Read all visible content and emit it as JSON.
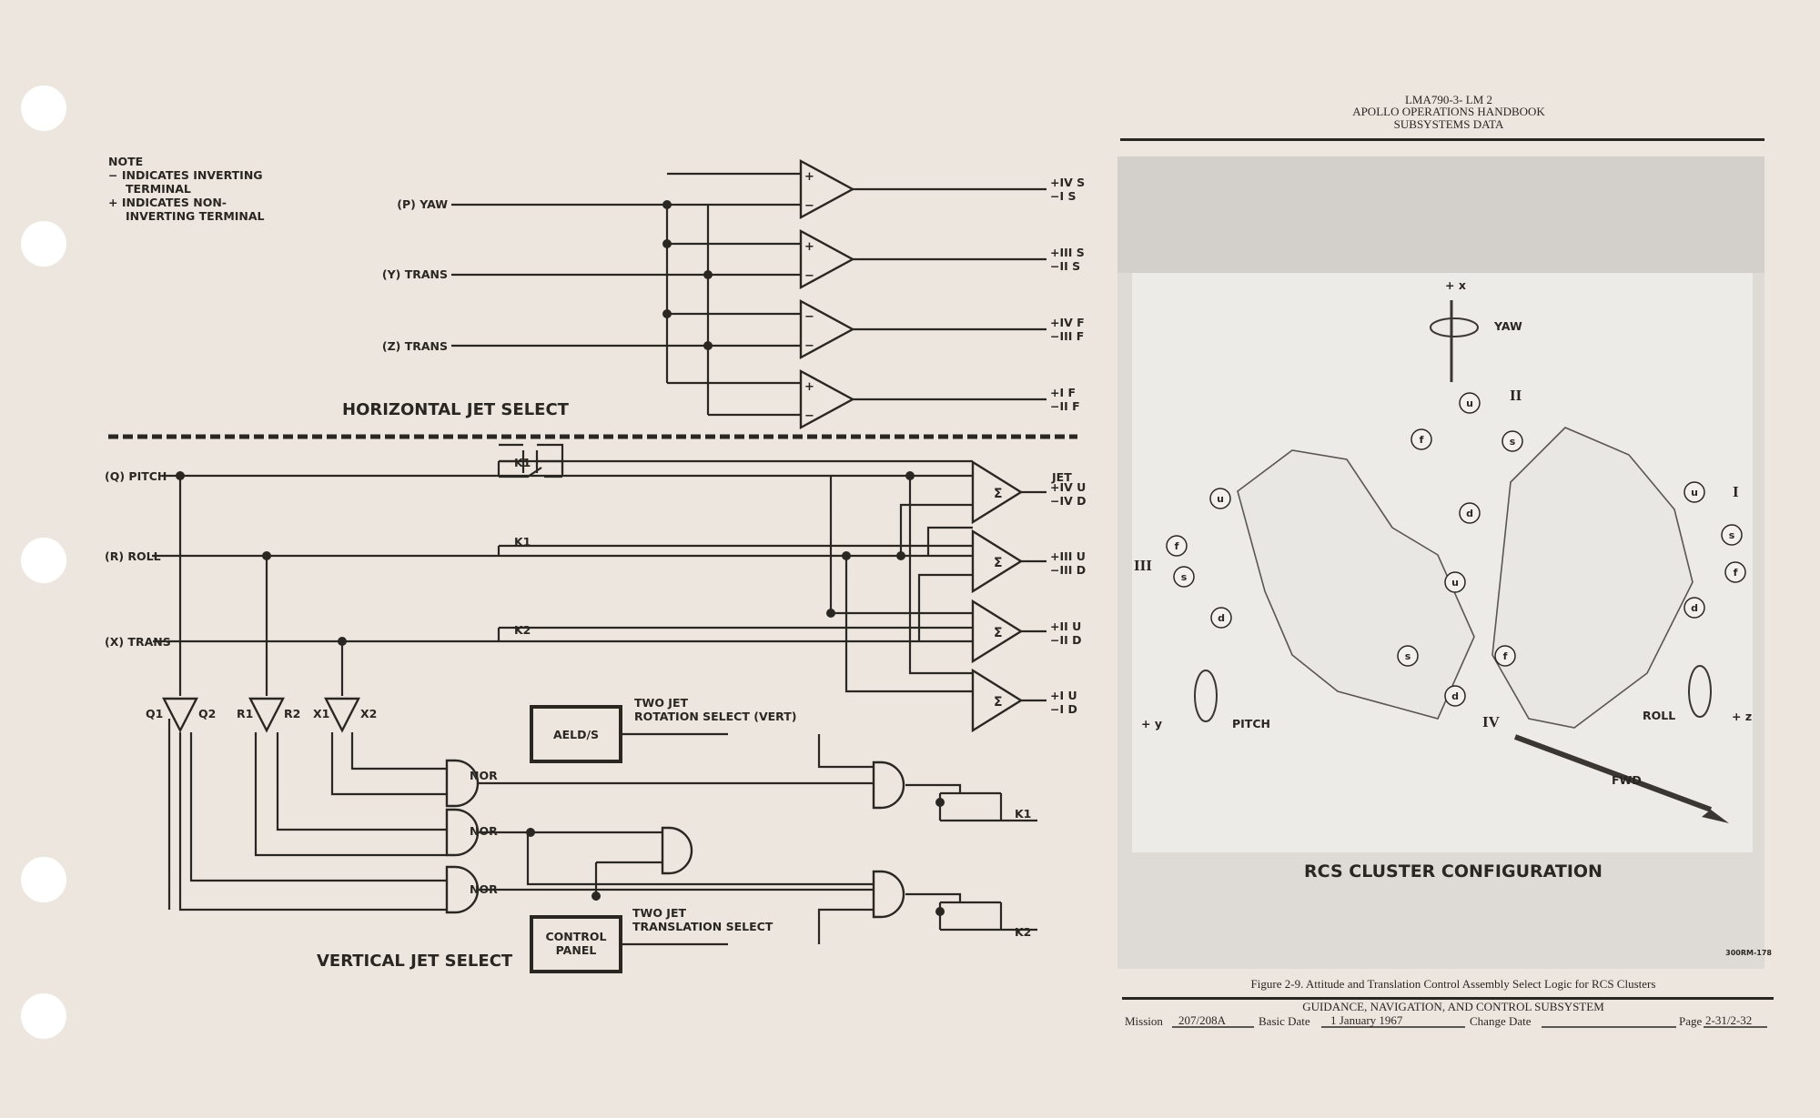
{
  "header": {
    "doc_id": "LMA790-3- LM 2",
    "title": "APOLLO OPERATIONS HANDBOOK",
    "subtitle": "SUBSYSTEMS DATA"
  },
  "note": {
    "title": "NOTE",
    "lines": [
      "− INDICATES INVERTING",
      "TERMINAL",
      "+ INDICATES NON-",
      "INVERTING TERMINAL"
    ]
  },
  "horizontal": {
    "title": "HORIZONTAL JET SELECT",
    "inputs": [
      "(P) YAW",
      "(Y) TRANS",
      "(Z) TRANS"
    ],
    "outputs": [
      [
        "+IV S",
        "−I S"
      ],
      [
        "+III S",
        "−II S"
      ],
      [
        "+IV F",
        "−III F"
      ],
      [
        "+I F",
        "−II F"
      ]
    ]
  },
  "vertical": {
    "title": "VERTICAL JET SELECT",
    "inputs": [
      "(Q) PITCH",
      "(R) ROLL",
      "(X) TRANS"
    ],
    "jet_label": "JET",
    "outputs": [
      [
        "+IV U",
        "−IV D"
      ],
      [
        "+III U",
        "−III D"
      ],
      [
        "+II U",
        "−II D"
      ],
      [
        "+I U",
        "−I D"
      ]
    ],
    "relays": [
      "K1",
      "K1",
      "K2"
    ],
    "summer_symbol": "Σ",
    "buffers": [
      "Q1",
      "Q2",
      "R1",
      "R2",
      "X1",
      "X2"
    ],
    "gates": [
      "NOR",
      "NOR",
      "NOR"
    ],
    "aelds": "AELD/S",
    "control_panel": [
      "CONTROL",
      "PANEL"
    ],
    "rotation_label": [
      "TWO JET",
      "ROTATION SELECT (VERT)"
    ],
    "translation_label": [
      "TWO JET",
      "TRANSLATION SELECT"
    ],
    "relay_outputs": [
      "K1",
      "K2"
    ]
  },
  "rcs": {
    "title": "RCS CLUSTER CONFIGURATION",
    "axes": {
      "x": "+ x",
      "y": "+ y",
      "z": "+ z",
      "yaw": "YAW",
      "pitch": "PITCH",
      "roll": "ROLL",
      "fwd": "FWD"
    },
    "quads": [
      "I",
      "II",
      "III",
      "IV"
    ],
    "jets": [
      "u",
      "f",
      "s",
      "d"
    ],
    "code": "300RM-178"
  },
  "caption": "Figure 2-9.  Attitude and Translation Control Assembly Select Logic for RCS Clusters",
  "footer": {
    "subsystem": "GUIDANCE, NAVIGATION, AND CONTROL SUBSYSTEM",
    "mission_label": "Mission",
    "mission": "207/208A",
    "basic_date_label": "Basic Date",
    "basic_date": "1 January 1967",
    "change_date_label": "Change Date",
    "change_date": "",
    "page_label": "Page",
    "page": "2-31/2-32"
  }
}
